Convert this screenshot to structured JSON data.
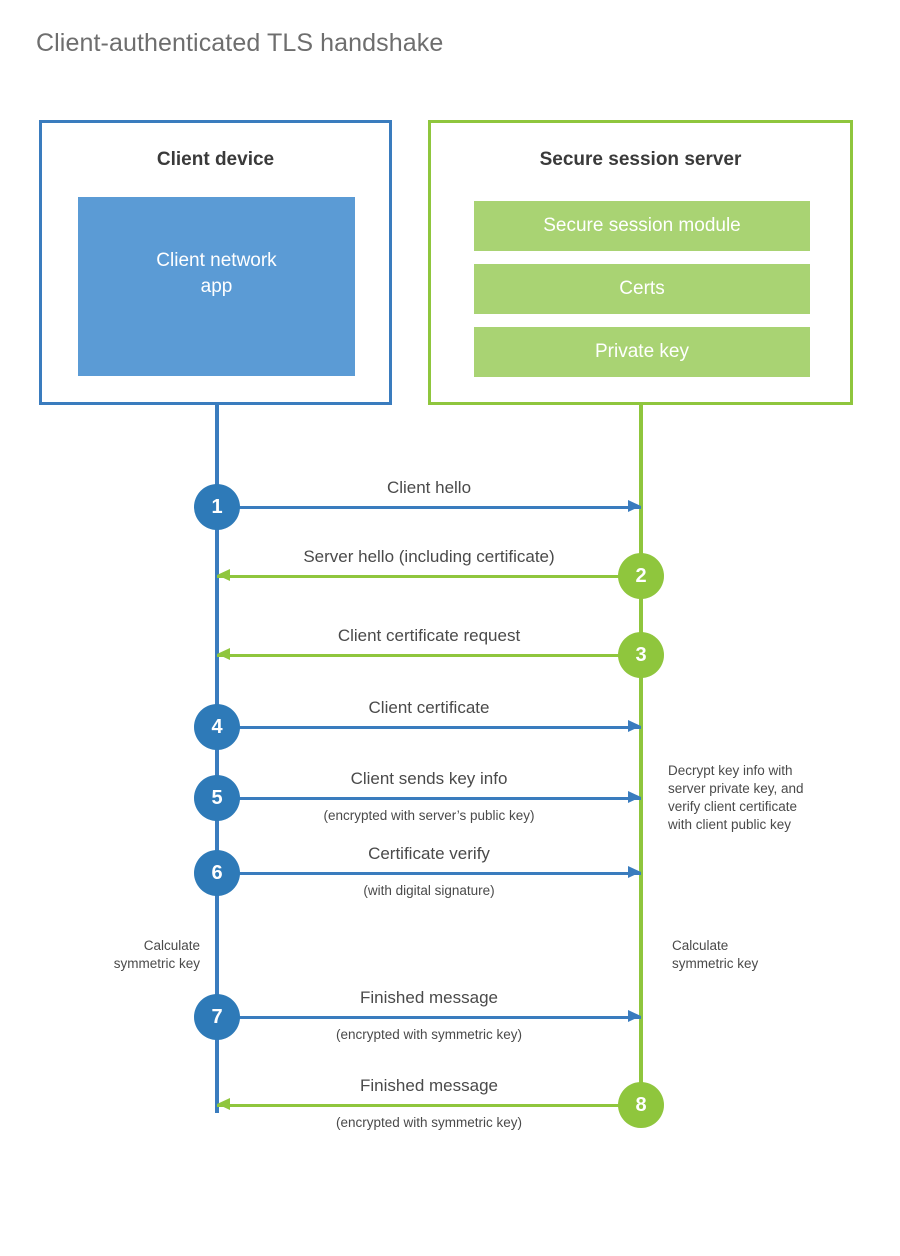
{
  "title": "Client-authenticated TLS handshake",
  "actors": {
    "client": {
      "title": "Client device",
      "app_label": "Client network\napp",
      "accent": "#3a7cbe",
      "app_fill": "#5b9bd5"
    },
    "server": {
      "title": "Secure session server",
      "accent": "#8fc63d",
      "bar_fill": "#a9d373",
      "modules": [
        {
          "label": "Secure session module"
        },
        {
          "label": "Certs"
        },
        {
          "label": "Private key"
        }
      ]
    }
  },
  "steps": [
    {
      "number": "1",
      "label": "Client hello",
      "sublabel": "",
      "direction": "client-to-server",
      "color": "#2e7ab8"
    },
    {
      "number": "2",
      "label": "Server hello (including certificate)",
      "sublabel": "",
      "direction": "server-to-client",
      "color": "#8fc63d"
    },
    {
      "number": "3",
      "label": "Client certificate request",
      "sublabel": "",
      "direction": "server-to-client",
      "color": "#8fc63d"
    },
    {
      "number": "4",
      "label": "Client certificate",
      "sublabel": "",
      "direction": "client-to-server",
      "color": "#2e7ab8"
    },
    {
      "number": "5",
      "label": "Client sends key info",
      "sublabel": "(encrypted with server’s public key)",
      "direction": "client-to-server",
      "color": "#2e7ab8"
    },
    {
      "number": "6",
      "label": "Certificate verify",
      "sublabel": "(with digital signature)",
      "direction": "client-to-server",
      "color": "#2e7ab8"
    },
    {
      "number": "7",
      "label": "Finished message",
      "sublabel": "(encrypted with symmetric key)",
      "direction": "client-to-server",
      "color": "#2e7ab8"
    },
    {
      "number": "8",
      "label": "Finished message",
      "sublabel": "(encrypted with symmetric key)",
      "direction": "server-to-client",
      "color": "#8fc63d"
    }
  ],
  "annotations": {
    "server_decrypt_note": "Decrypt key info with\nserver private key, and\nverify client certificate\nwith client public key",
    "client_calc_key": "Calculate\nsymmetric key",
    "server_calc_key": "Calculate\nsymmetric key"
  }
}
